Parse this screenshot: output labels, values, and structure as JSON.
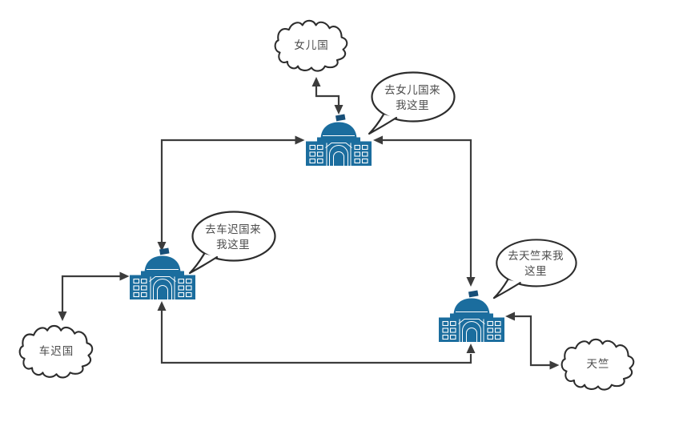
{
  "diagram": {
    "background": "#ffffff",
    "colors": {
      "building": "#1b6d9e",
      "building_flag": "#174f78",
      "connector": "#3c3c3c",
      "shape_outline": "#2d2d2d",
      "text": "#4d4d4d",
      "background": "#ffffff"
    },
    "temples": [
      {
        "id": "temple-top",
        "icon": "government-building-icon"
      },
      {
        "id": "temple-left",
        "icon": "government-building-icon"
      },
      {
        "id": "temple-right",
        "icon": "government-building-icon"
      }
    ],
    "clouds": [
      {
        "id": "cloud-nverguo",
        "shape": "cloud",
        "label": "女儿国"
      },
      {
        "id": "cloud-chechiguo",
        "shape": "cloud",
        "label": "车迟国"
      },
      {
        "id": "cloud-tianzhu",
        "shape": "cloud",
        "label": "天竺"
      }
    ],
    "speech_bubbles": [
      {
        "id": "bubble-to-nverguo",
        "line1": "去女儿国来",
        "line2": "我这里"
      },
      {
        "id": "bubble-to-chechiguo",
        "line1": "去车迟国来",
        "line2": "我这里"
      },
      {
        "id": "bubble-to-tianzhu",
        "line1": "去天竺来我",
        "line2": "这里"
      }
    ],
    "edges": [
      {
        "from": "temple-left",
        "to": "temple-top",
        "style": "orthogonal",
        "arrows": "both"
      },
      {
        "from": "temple-top",
        "to": "temple-right",
        "style": "orthogonal",
        "arrows": "both"
      },
      {
        "from": "temple-left",
        "to": "temple-right",
        "style": "orthogonal",
        "arrows": "both"
      },
      {
        "from": "temple-top",
        "to": "cloud-nverguo",
        "style": "orthogonal",
        "arrows": "both"
      },
      {
        "from": "temple-left",
        "to": "cloud-chechiguo",
        "style": "orthogonal",
        "arrows": "both"
      },
      {
        "from": "temple-right",
        "to": "cloud-tianzhu",
        "style": "orthogonal",
        "arrows": "both"
      }
    ]
  }
}
